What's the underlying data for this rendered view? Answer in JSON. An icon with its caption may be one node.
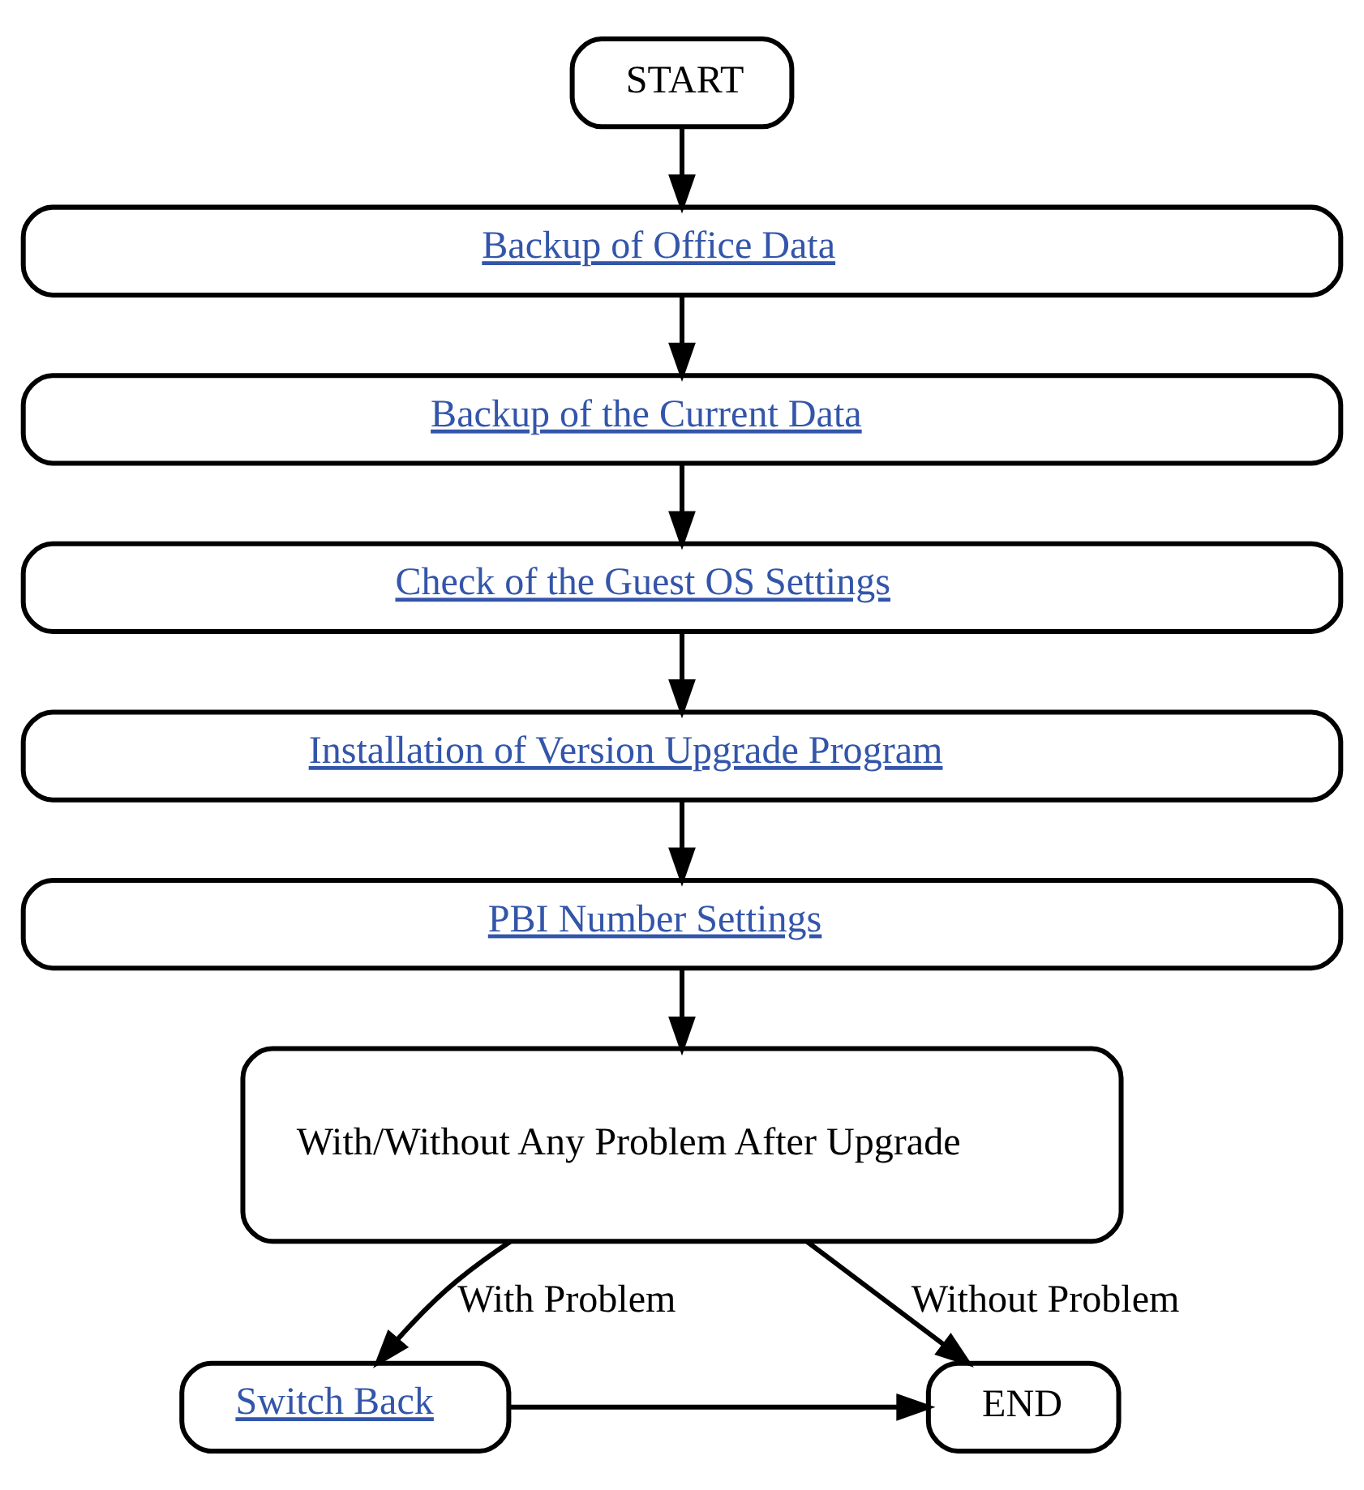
{
  "diagram": {
    "nodes": [
      {
        "text": [
          "START"
        ]
      },
      {
        "text": [
          "Backup of Office Data"
        ]
      },
      {
        "text": [
          "Backup of the Current Data"
        ]
      },
      {
        "text": [
          "Check of the Guest OS Settings"
        ]
      },
      {
        "text": [
          "Installation of Version Upgrade Program"
        ]
      },
      {
        "text": [
          "PBI Number Settings"
        ]
      },
      {
        "text": [
          "With/Without Any Problem After Upgrade"
        ]
      },
      {
        "text": [
          "Switch Back"
        ]
      },
      {
        "text": [
          "END"
        ]
      }
    ],
    "edges": [
      {
        "from": 0,
        "to": 1,
        "arrow": "to"
      },
      {
        "from": 1,
        "to": 2,
        "arrow": "to"
      },
      {
        "from": 2,
        "to": 3,
        "arrow": "to"
      },
      {
        "from": 3,
        "to": 4,
        "arrow": "to"
      },
      {
        "from": 4,
        "to": 5,
        "arrow": "to"
      },
      {
        "from": 5,
        "to": 6,
        "arrow": "to"
      },
      {
        "from": 6,
        "to": 7,
        "label": "With Problem",
        "arrow": "to"
      },
      {
        "from": 6,
        "to": 8,
        "label": "Without Problem",
        "arrow": "to"
      },
      {
        "from": 7,
        "to": 8,
        "arrow": "to"
      }
    ]
  }
}
